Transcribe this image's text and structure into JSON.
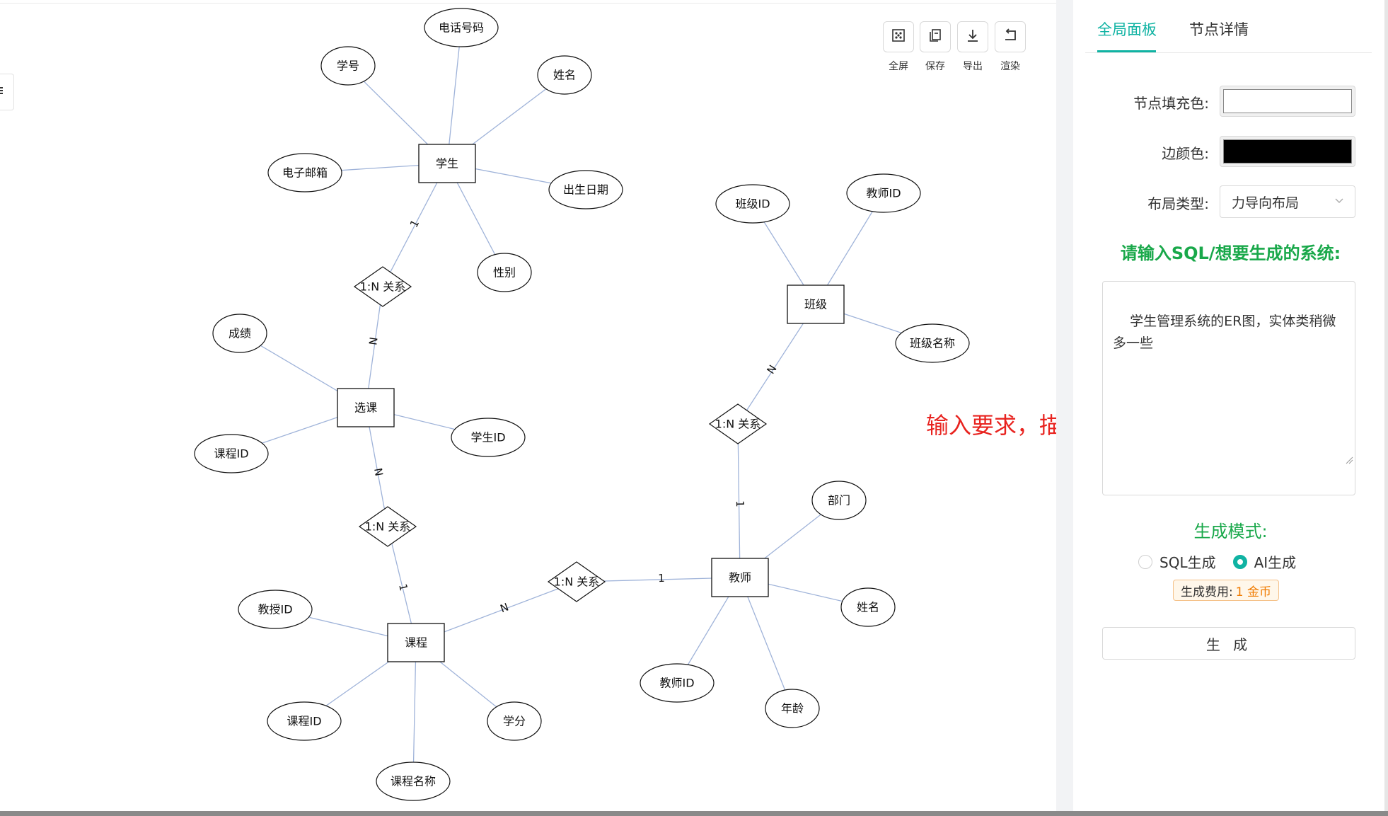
{
  "toolbar": {
    "fullscreen": "全屏",
    "save": "保存",
    "export": "导出",
    "render": "渲染"
  },
  "tabs": {
    "global": "全局面板",
    "node_detail": "节点详情"
  },
  "form": {
    "fill_color_label": "节点填充色:",
    "fill_color_value": "#ffffff",
    "border_color_label": "边颜色:",
    "border_color_value": "#000000",
    "layout_label": "布局类型:",
    "layout_value": "力导向布局",
    "prompt_title": "请输入SQL/想要生成的系统:",
    "prompt_text": "学生管理系统的ER图，实体类稍微多一些",
    "mode_title": "生成模式:",
    "mode_sql": "SQL生成",
    "mode_ai": "AI生成",
    "mode_selected": "AI生成",
    "cost_label": "生成费用:",
    "cost_value": "1 金币",
    "generate_button": "生 成"
  },
  "annotation": "输入要求，描述越多生成的越详细",
  "colors": {
    "accent": "#10b3a3",
    "green_title": "#19a84a",
    "annotation_red": "#e8231f",
    "edge": "#9fb3d9",
    "cost_gold": "#f07b00"
  },
  "diagram": {
    "entities": [
      {
        "id": "student",
        "label": "学生"
      },
      {
        "id": "enroll",
        "label": "选课"
      },
      {
        "id": "course",
        "label": "课程"
      },
      {
        "id": "teacher",
        "label": "教师"
      },
      {
        "id": "class",
        "label": "班级"
      }
    ],
    "relationships": [
      {
        "id": "r1",
        "label": "1:N 关系"
      },
      {
        "id": "r2",
        "label": "1:N 关系"
      },
      {
        "id": "r3",
        "label": "1:N 关系"
      },
      {
        "id": "r4",
        "label": "1:N 关系"
      }
    ],
    "attributes": [
      {
        "id": "a_phone",
        "label": "电话号码",
        "of": "student"
      },
      {
        "id": "a_sno",
        "label": "学号",
        "of": "student"
      },
      {
        "id": "a_sname",
        "label": "姓名",
        "of": "student"
      },
      {
        "id": "a_email",
        "label": "电子邮箱",
        "of": "student"
      },
      {
        "id": "a_birth",
        "label": "出生日期",
        "of": "student"
      },
      {
        "id": "a_gender",
        "label": "性别",
        "of": "student"
      },
      {
        "id": "a_score",
        "label": "成绩",
        "of": "enroll"
      },
      {
        "id": "a_ecid",
        "label": "课程ID",
        "of": "enroll"
      },
      {
        "id": "a_esid",
        "label": "学生ID",
        "of": "enroll"
      },
      {
        "id": "a_prof",
        "label": "教授ID",
        "of": "course"
      },
      {
        "id": "a_ccid",
        "label": "课程ID",
        "of": "course"
      },
      {
        "id": "a_cname",
        "label": "课程名称",
        "of": "course"
      },
      {
        "id": "a_credit",
        "label": "学分",
        "of": "course"
      },
      {
        "id": "a_dept",
        "label": "部门",
        "of": "teacher"
      },
      {
        "id": "a_tname",
        "label": "姓名",
        "of": "teacher"
      },
      {
        "id": "a_tid",
        "label": "教师ID",
        "of": "teacher"
      },
      {
        "id": "a_age",
        "label": "年龄",
        "of": "teacher"
      },
      {
        "id": "a_clsid",
        "label": "班级ID",
        "of": "class"
      },
      {
        "id": "a_ctid",
        "label": "教师ID",
        "of": "class"
      },
      {
        "id": "a_clsname",
        "label": "班级名称",
        "of": "class"
      }
    ],
    "links": [
      {
        "from": "student",
        "to": "r1",
        "label": "1"
      },
      {
        "from": "r1",
        "to": "enroll",
        "label": "N"
      },
      {
        "from": "enroll",
        "to": "r2",
        "label": "N"
      },
      {
        "from": "r2",
        "to": "course",
        "label": "1"
      },
      {
        "from": "course",
        "to": "r3",
        "label": "N"
      },
      {
        "from": "r3",
        "to": "teacher",
        "label": "1"
      },
      {
        "from": "teacher",
        "to": "r4",
        "label": "1"
      },
      {
        "from": "r4",
        "to": "class",
        "label": "N"
      }
    ]
  }
}
